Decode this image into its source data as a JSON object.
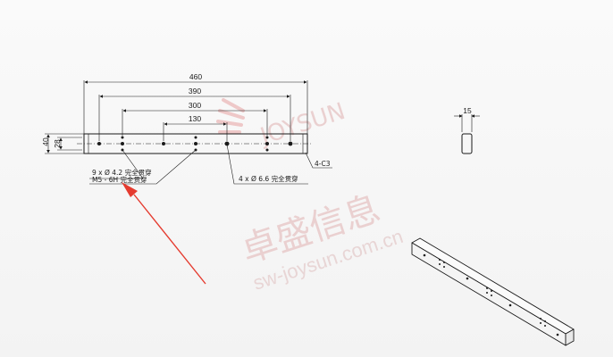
{
  "dimensions": {
    "overall_length": "460",
    "span_390": "390",
    "span_300": "300",
    "span_130": "130",
    "height": "40",
    "inner_height": "28",
    "side_width": "15"
  },
  "callouts": {
    "thru_holes_line1": "9 x Ø 4.2 完全贯穿",
    "thru_holes_line2": "M5 - 6H 完全贯穿",
    "large_holes": "4 x Ø 6.6 完全贯穿",
    "chamfer": "4-C3"
  },
  "watermark": {
    "brand_latin": "JOYSUN",
    "brand_cn": "卓盛信息",
    "url": "sw-joysun.com.cn"
  },
  "colors": {
    "line": "#1a1a1a",
    "arrow": "#e53b2f",
    "watermark": "#e9cccc"
  }
}
